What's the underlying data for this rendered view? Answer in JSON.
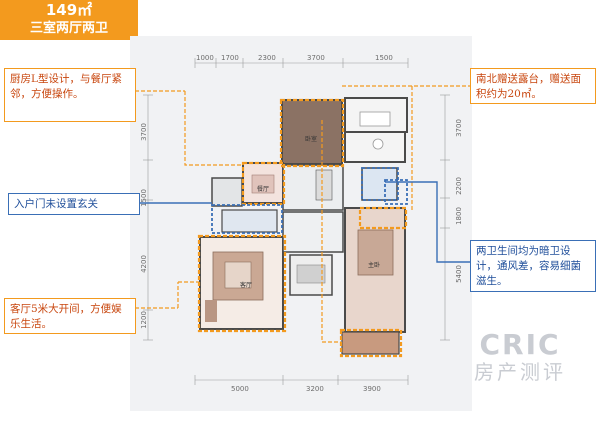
{
  "header": {
    "area": "149㎡",
    "layout": "三室两厅两卫"
  },
  "annotations": {
    "kitchen": "厨房L型设计，与餐厅紧邻，方便操作。",
    "terrace": "南北赠送露台，赠送面积约为20㎡。",
    "entrance": "入户门未设置玄关",
    "bathrooms": "两卫生间均为暗卫设计，通风差，容易细菌滋生。",
    "living": "客厅5米大开间，方便娱乐生活。"
  },
  "dimensions": {
    "top": [
      "1000",
      "1700",
      "2300",
      "3700",
      "1500"
    ],
    "bottom": [
      "5000",
      "3200",
      "3900"
    ],
    "left": [
      "3700",
      "1500",
      "4200",
      "1200"
    ],
    "right": [
      "3700",
      "2200",
      "1800",
      "5400"
    ]
  },
  "rooms": {
    "bedroom_top": "卧室",
    "dining": "餐厅",
    "living": "客厅",
    "master": "主卧"
  },
  "watermark": {
    "brand": "CRIC",
    "sub": "房产测评"
  },
  "colors": {
    "accent_orange": "#f39a1e",
    "accent_blue": "#3a6fb6",
    "note_text_orange": "#c8460e",
    "note_text_blue": "#1f4e9a"
  }
}
